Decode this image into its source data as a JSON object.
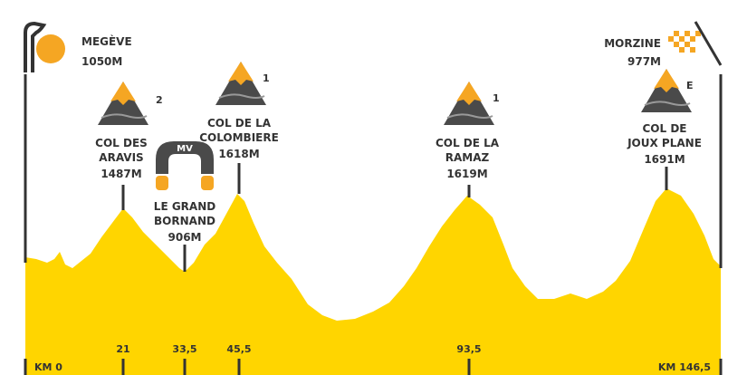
{
  "colors": {
    "profile": "#FFD500",
    "mountain_dark": "#4A4A4A",
    "mountain_light": "#7A7A7A",
    "summit_orange": "#F5A623",
    "text": "#333333",
    "sprint_orange": "#F5A623"
  },
  "start": {
    "name": "MEGÈVE",
    "altitude": "1050M",
    "km_label": "KM 0"
  },
  "finish": {
    "name": "MORZINE",
    "altitude": "977M",
    "km_label": "KM 146,5"
  },
  "climbs": [
    {
      "name_line1": "COL DES",
      "name_line2": "ARAVIS",
      "altitude": "1487M",
      "category": "2",
      "km": "21"
    },
    {
      "name_line1": "COL DE LA",
      "name_line2": "COLOMBIERE",
      "altitude": "1618M",
      "category": "1",
      "km": "45,5"
    },
    {
      "name_line1": "COL DE LA",
      "name_line2": "RAMAZ",
      "altitude": "1619M",
      "category": "1",
      "km": "93,5"
    },
    {
      "name_line1": "COL DE",
      "name_line2": "JOUX PLANE",
      "altitude": "1691M",
      "category": "E",
      "km": ""
    }
  ],
  "sprint": {
    "badge": "MV",
    "name_line1": "LE GRAND",
    "name_line2": "BORNAND",
    "altitude": "906M",
    "km": "33,5"
  },
  "logo_icon": "tour-logo-icon",
  "finish_icon": "checkered-flag-icon"
}
